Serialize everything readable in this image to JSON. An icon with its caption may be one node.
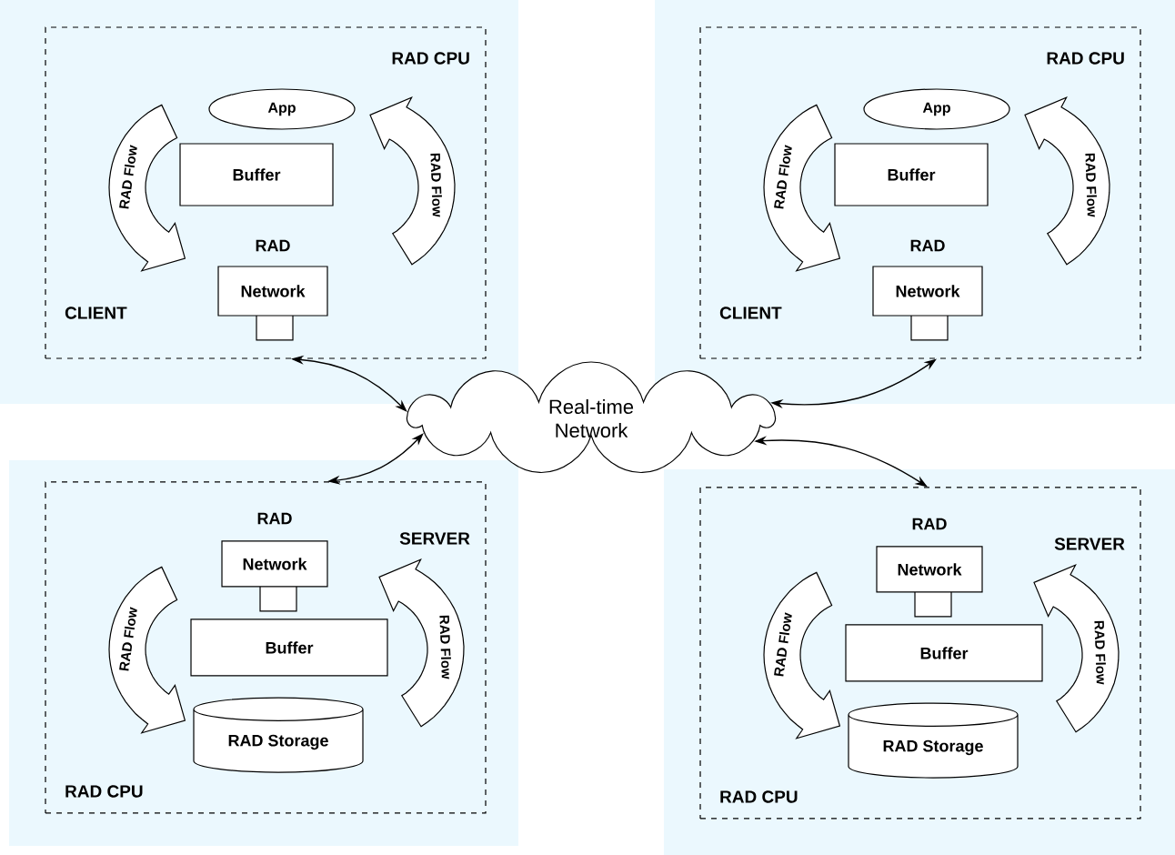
{
  "diagram": {
    "nodes": [
      {
        "text": [
          "RAD CPU",
          "CLIENT"
        ]
      },
      {
        "text": [
          "App"
        ],
        "in": 0
      },
      {
        "text": [
          "RAD Flow"
        ],
        "in": 0
      },
      {
        "text": [
          "RAD Flow"
        ],
        "in": 0
      },
      {
        "text": [
          "Buffer"
        ],
        "in": 0
      },
      {
        "text": [
          "RAD",
          "Network"
        ],
        "in": 0
      },
      {
        "text": [
          "RAD CPU",
          "CLIENT"
        ]
      },
      {
        "text": [
          "App"
        ],
        "in": 6
      },
      {
        "text": [
          "RAD Flow"
        ],
        "in": 6
      },
      {
        "text": [
          "RAD Flow"
        ],
        "in": 6
      },
      {
        "text": [
          "Buffer"
        ],
        "in": 6
      },
      {
        "text": [
          "RAD",
          "Network"
        ],
        "in": 6
      },
      {
        "text": [
          "Real-time Network"
        ]
      },
      {
        "text": [
          "SERVER",
          "RAD CPU"
        ]
      },
      {
        "text": [
          "RAD",
          "Network"
        ],
        "in": 13
      },
      {
        "text": [
          "RAD Flow"
        ],
        "in": 13
      },
      {
        "text": [
          "RAD Flow"
        ],
        "in": 13
      },
      {
        "text": [
          "Buffer"
        ],
        "in": 13
      },
      {
        "text": [
          "RAD Storage"
        ],
        "in": 13
      },
      {
        "text": [
          "SERVER",
          "RAD CPU"
        ]
      },
      {
        "text": [
          "RAD",
          "Network"
        ],
        "in": 19
      },
      {
        "text": [
          "RAD Flow"
        ],
        "in": 19
      },
      {
        "text": [
          "RAD Flow"
        ],
        "in": 19
      },
      {
        "text": [
          "Buffer"
        ],
        "in": 19
      },
      {
        "text": [
          "RAD Storage"
        ],
        "in": 19
      }
    ],
    "edges": [
      {
        "from": 12,
        "to": 0,
        "arrow": "both"
      },
      {
        "from": 12,
        "to": 6,
        "arrow": "both"
      },
      {
        "from": 12,
        "to": 13,
        "arrow": "both"
      },
      {
        "from": 12,
        "to": 19,
        "arrow": "both"
      }
    ]
  }
}
